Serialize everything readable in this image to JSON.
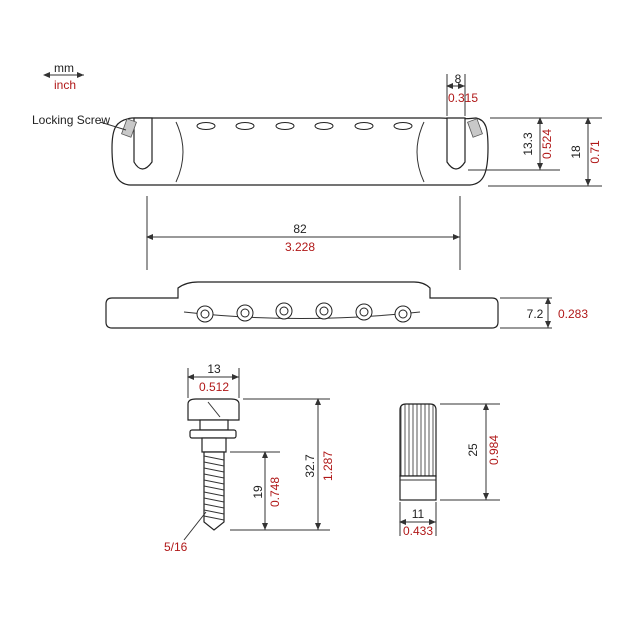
{
  "units": {
    "mm": "mm",
    "inch": "inch"
  },
  "locking_screw_label": "Locking Screw",
  "stud_thread_label": "5/16",
  "dimensions": {
    "slot_width": {
      "mm": "8",
      "inch": "0.315"
    },
    "slot_depth": {
      "mm": "13.3",
      "inch": "0.524"
    },
    "bridge_height": {
      "mm": "18",
      "inch": "0.71"
    },
    "stud_spacing": {
      "mm": "82",
      "inch": "3.228"
    },
    "front_height": {
      "mm": "7.2",
      "inch": "0.283"
    },
    "stud_head": {
      "mm": "13",
      "inch": "0.512"
    },
    "stud_length": {
      "mm": "32.7",
      "inch": "1.287"
    },
    "thread_length": {
      "mm": "19",
      "inch": "0.748"
    },
    "bushing_height": {
      "mm": "25",
      "inch": "0.984"
    },
    "bushing_width": {
      "mm": "11",
      "inch": "0.433"
    }
  },
  "colors": {
    "mm": "#222222",
    "inch": "#b01818"
  }
}
